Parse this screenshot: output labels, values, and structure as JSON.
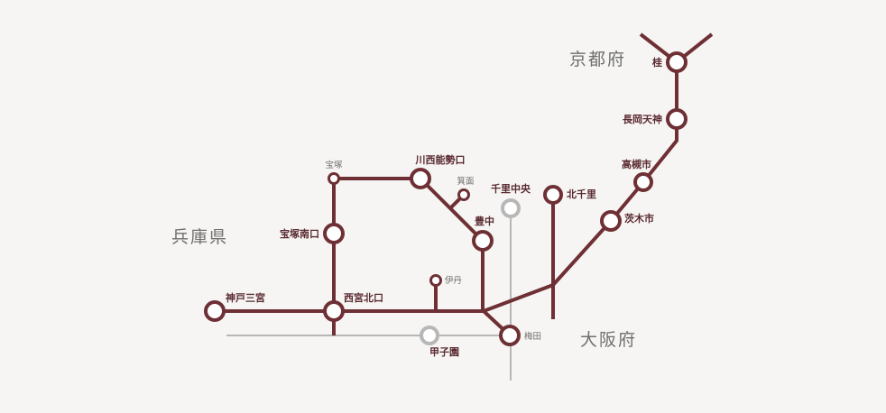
{
  "colors": {
    "background": "#f6f5f3",
    "line": "#6e3035",
    "station_fill": "#ffffff",
    "other_line": "#b7b7b7",
    "major_label": "#5a2a30",
    "minor_label": "#6f6f6f",
    "prefecture_label": "#6f6f6f"
  },
  "prefectures": {
    "kyoto": "京都府",
    "hyogo": "兵庫県",
    "osaka": "大阪府"
  },
  "stations": {
    "katsura": "桂",
    "nagaoka_tenjin": "長岡天神",
    "takatsuki_shi": "高槻市",
    "ibaraki_shi": "茨木市",
    "kita_senri": "北千里",
    "senri_chuo": "千里中央",
    "umeda": "梅田",
    "toyonaka": "豊中",
    "minoo": "箕面",
    "kawanishi_noseguchi": "川西能勢口",
    "takarazuka": "宝塚",
    "takarazuka_minamiguchi": "宝塚南口",
    "nishinomiya_kitaguchi": "西宮北口",
    "kobe_sannomiya": "神戸三宮",
    "itami": "伊丹",
    "koshien": "甲子園"
  }
}
